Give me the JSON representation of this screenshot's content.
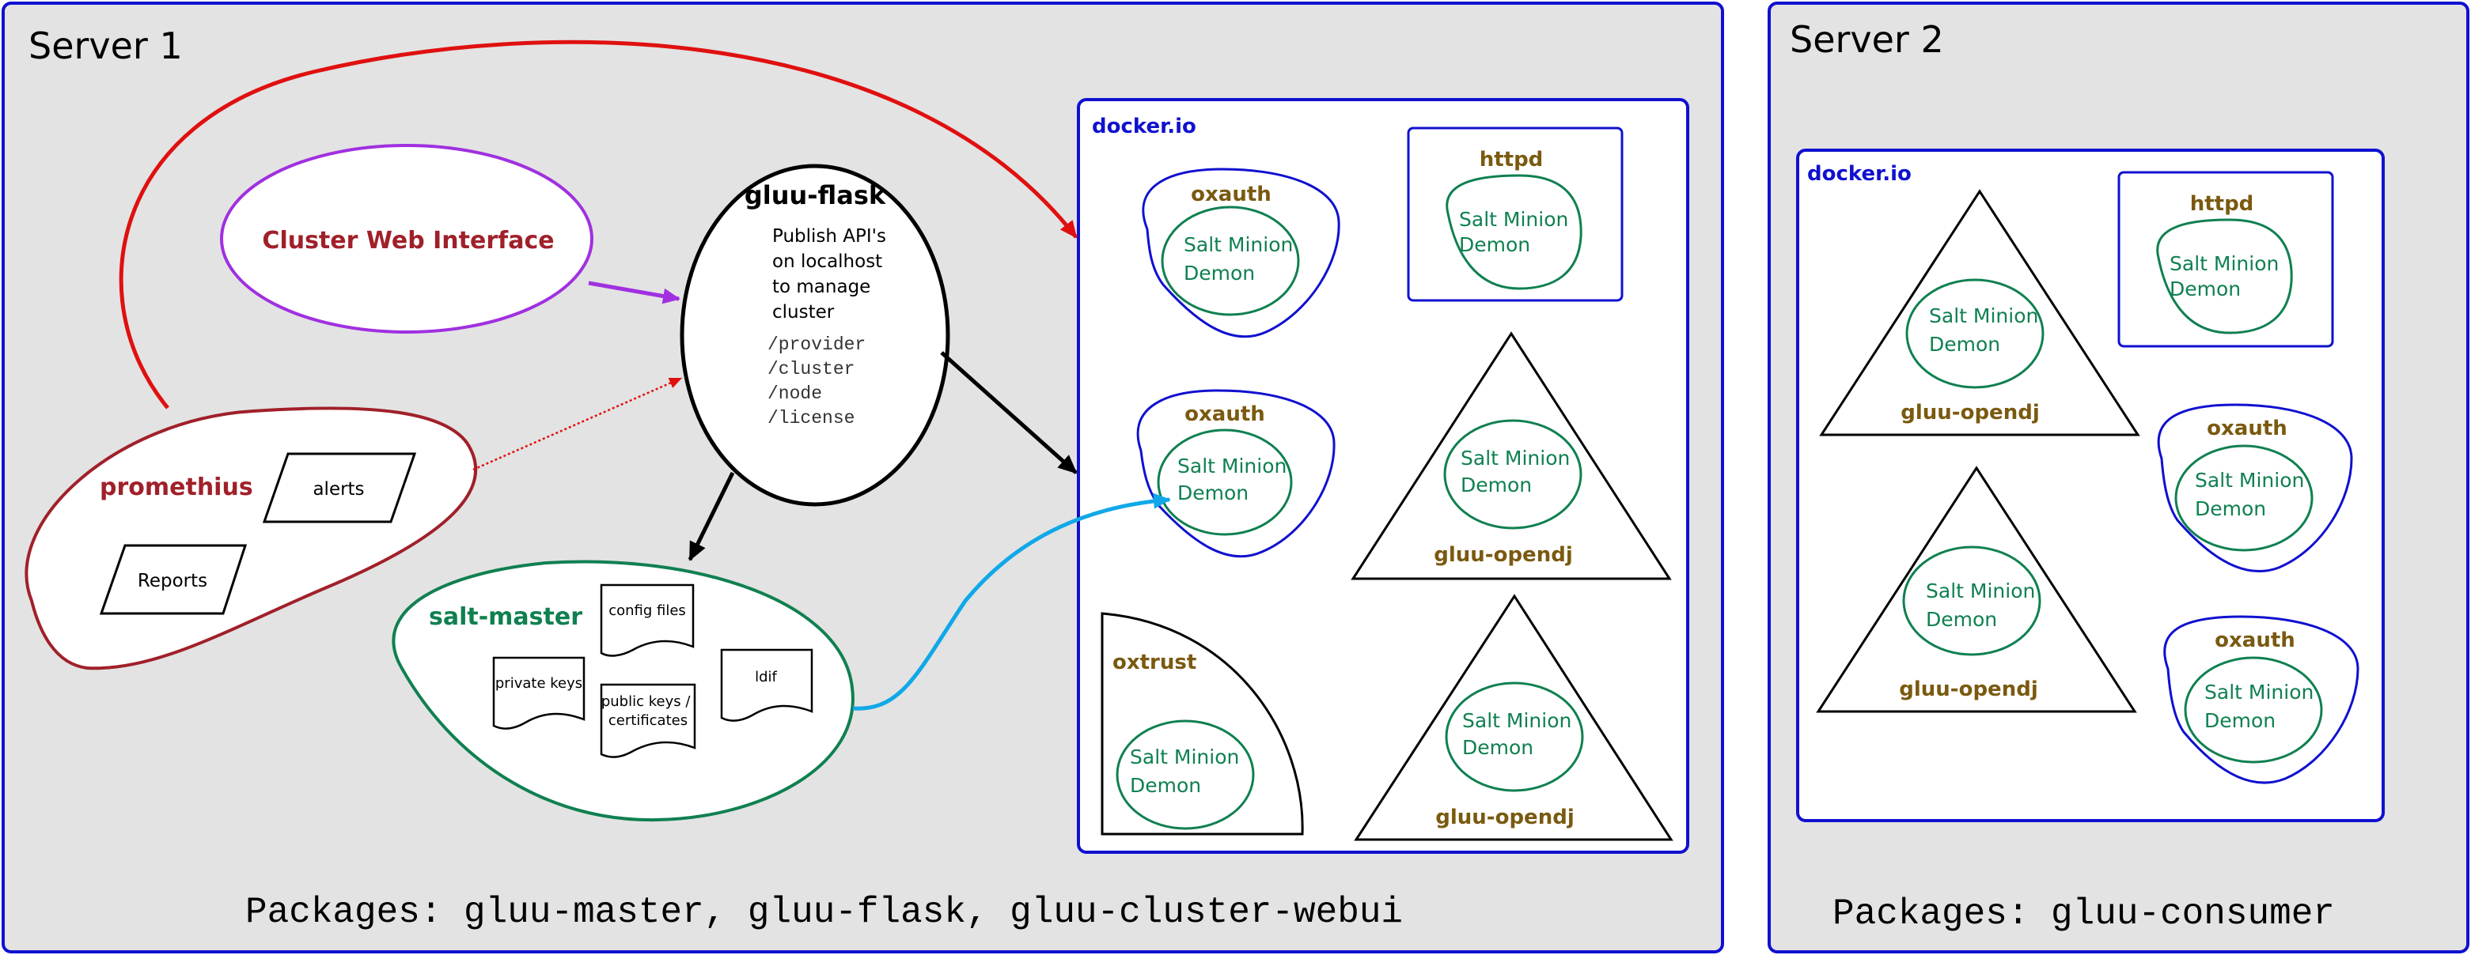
{
  "server1": {
    "title": "Server 1",
    "packages": "Packages: gluu-master, gluu-flask, gluu-cluster-webui",
    "cluster_web_interface": "Cluster Web Interface",
    "promethius": {
      "label": "promethius",
      "alerts": "alerts",
      "reports": "Reports"
    },
    "gluu_flask": {
      "title": "gluu-flask",
      "desc": [
        "Publish API's",
        "on localhost",
        "to manage",
        "cluster"
      ],
      "endpoints": [
        "/provider",
        "/cluster",
        "/node",
        "/license"
      ]
    },
    "salt_master": {
      "label": "salt-master",
      "docs": {
        "config": "config files",
        "private": "private keys",
        "public": [
          "public keys /",
          "certificates"
        ],
        "ldif": "ldif"
      }
    },
    "docker": {
      "label": "docker.io",
      "oxauth1": "oxauth",
      "oxauth2": "oxauth",
      "httpd": "httpd",
      "opendj1": "gluu-opendj",
      "opendj2": "gluu-opendj",
      "oxtrust": "oxtrust"
    }
  },
  "server2": {
    "title": "Server 2",
    "packages": "Packages: gluu-consumer",
    "docker": {
      "label": "docker.io",
      "opendj1": "gluu-opendj",
      "opendj2": "gluu-opendj",
      "httpd": "httpd",
      "oxauth1": "oxauth",
      "oxauth2": "oxauth"
    }
  },
  "minion": [
    "Salt Minion",
    "Demon"
  ],
  "colors": {
    "panel_bg": "#e3e3e3",
    "panel_border": "#1010d0",
    "dark_red": "#a0202a",
    "purple": "#a030e0",
    "green": "#108050",
    "olive": "#7a5a10",
    "red_arrow": "#e01010",
    "cyan_arrow": "#10a8e8"
  }
}
